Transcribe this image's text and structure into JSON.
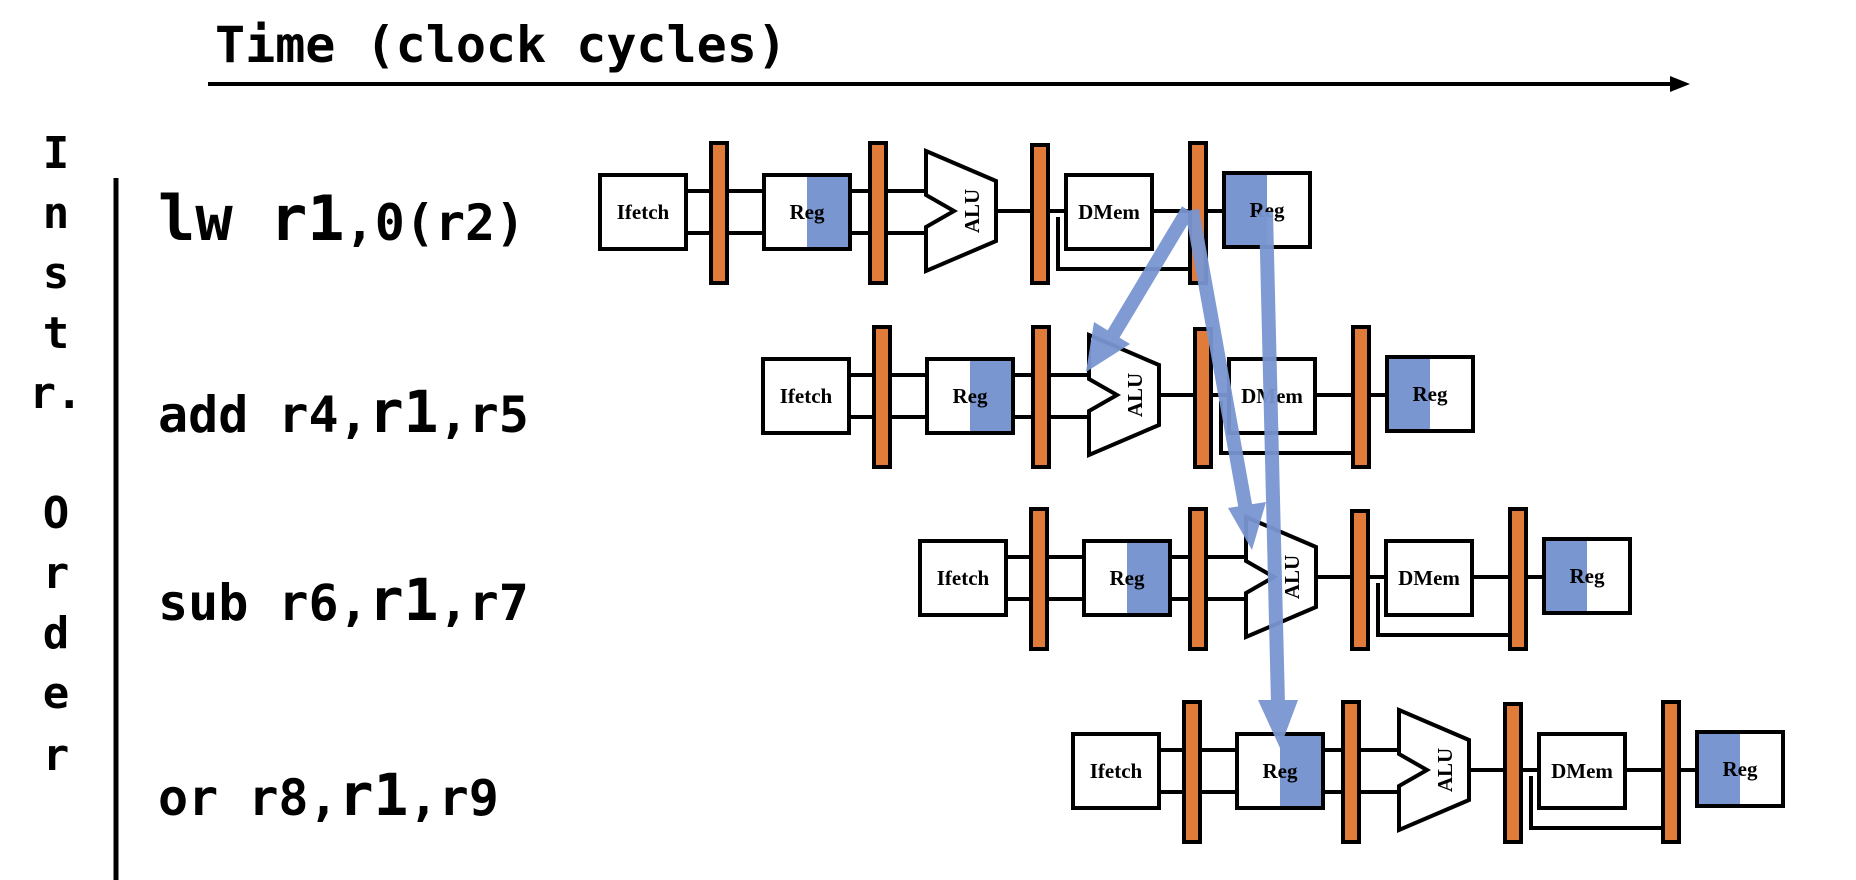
{
  "header": {
    "title": "Time (clock cycles)"
  },
  "axis": {
    "vertical_label_chars": [
      "I",
      "n",
      "s",
      "t",
      "r.",
      "",
      "O",
      "r",
      "d",
      "e",
      "r"
    ]
  },
  "instructions": [
    {
      "op": "lw",
      "r1": "r1",
      "rest": ",0(r2)"
    },
    {
      "op": "add",
      "r1": "r4,",
      "r2": "r1",
      "r3": ",r5"
    },
    {
      "op": "sub",
      "r1": "r6,",
      "r2": "r1",
      "r3": ",r7"
    },
    {
      "op": "or",
      "r1": "r8,",
      "r2": "r1",
      "r3": ",r9"
    }
  ],
  "stages": {
    "ifetch": "Ifetch",
    "reg": "Reg",
    "alu": "ALU",
    "dmem": "DMem"
  },
  "colors": {
    "latch": "#e07b39",
    "reg_shade": "#7a96d1",
    "arrow": "#7a96d1",
    "stroke": "#000000"
  }
}
